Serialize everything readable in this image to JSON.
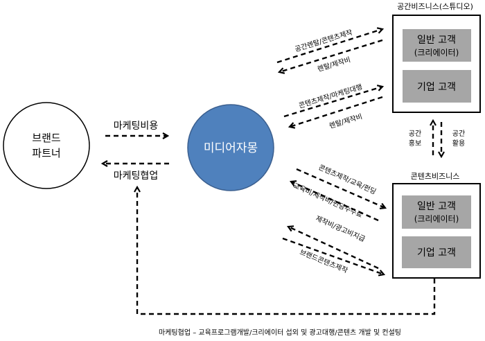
{
  "nodes": {
    "brand_partner": [
      "브랜드",
      "파트너"
    ],
    "media_self_production": "미디어자몽",
    "space_business": {
      "title": "공간비즈니스(스튜디오)",
      "general_customer": [
        "일반 고객",
        "(크리에이터)"
      ],
      "corporate_customer": "기업 고객"
    },
    "content_business": {
      "title": "콘텐츠비즈니스",
      "general_customer": [
        "일반 고객",
        "(크리에이터)"
      ],
      "corporate_customer": "기업 고객"
    }
  },
  "edges": {
    "marketing_fee": "마케팅비용",
    "marketing_cooperation": "마케팅협업",
    "space_rental_content_production": "공간렌탈/콘텐츠제작",
    "rental_production_fee_1": "렌탈/제작비",
    "content_production_marketing_agency": "콘텐츠제작/마케팅대행",
    "rental_production_fee_2": "렌탈/제작비",
    "space_promotion": [
      "공간",
      "홍보"
    ],
    "space_utilization": [
      "공간",
      "활용"
    ],
    "content_education_funding": "콘텐츠제작/교육/펀딩",
    "education_production_funding_fee": "교육비/제작비/펀딩수수료",
    "production_ad_payment": "제작비/광고비지급",
    "brand_content_production": "브랜드콘텐츠제작",
    "bottom_cooperation": "마케팅협업 – 교육프로그램개발/크리에이터 섭외 및 광고대행/콘텐츠 개발 및 컨설팅"
  },
  "colors": {
    "media_circle_fill": "#4f81bd",
    "media_circle_stroke": "#3b5f8f",
    "customer_box_fill": "#a6a6a6",
    "line": "#000000"
  }
}
